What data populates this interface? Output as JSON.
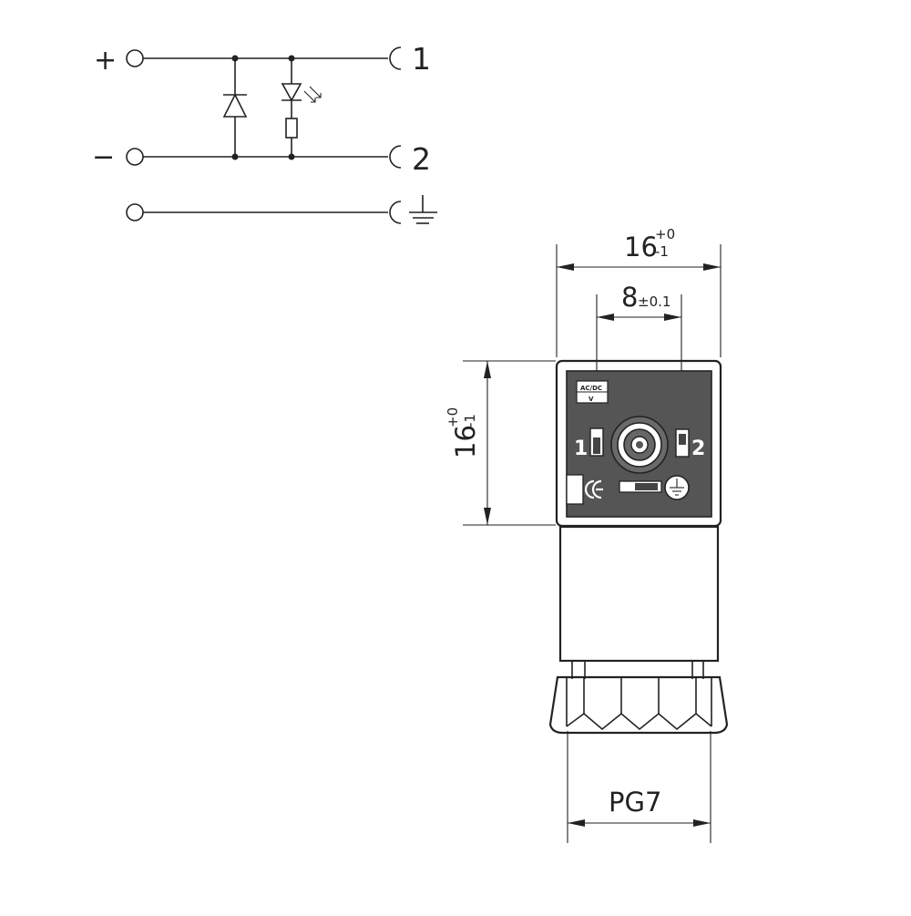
{
  "schematic": {
    "plus_label": "+",
    "minus_label": "−",
    "pin1_label": "1",
    "pin2_label": "2"
  },
  "dimensions": {
    "top_width_main": "16",
    "top_width_tol_upper": "+0",
    "top_width_tol_lower": "-1",
    "pin_spacing_main": "8",
    "pin_spacing_tol": "±0.1",
    "height_main": "16",
    "height_tol_upper": "+0",
    "height_tol_lower": "-1",
    "gland_label": "PG7"
  },
  "connector_face": {
    "rating_line1": "AC/DC",
    "rating_line2": "V",
    "pin1_label": "1",
    "pin2_label": "2"
  }
}
